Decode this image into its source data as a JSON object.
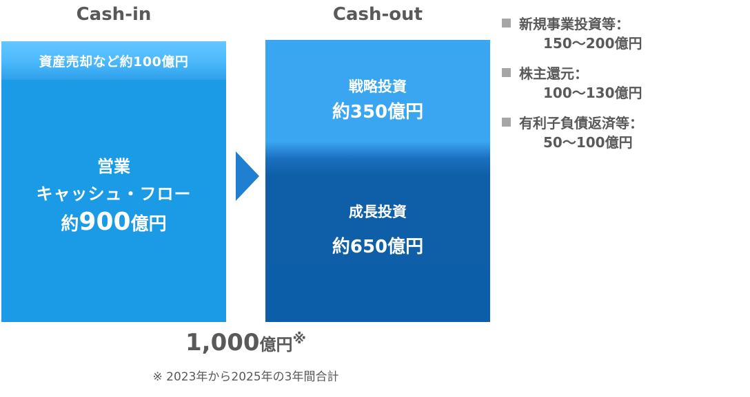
{
  "columns": {
    "cash_in_title": "Cash-in",
    "cash_out_title": "Cash-out"
  },
  "cash_in": {
    "top_label": "資産売却など約100億円",
    "main_line1": "営業",
    "main_line2": "キャッシュ・フロー",
    "main_prefix": "約",
    "main_number": "900",
    "main_unit": "億円"
  },
  "cash_out": {
    "strategic_label": "戦略投資",
    "strategic_value": "約350億円",
    "growth_label": "成長投資",
    "growth_value": "約650億円"
  },
  "legend": [
    {
      "label": "新規事業投資等：",
      "value": "150～200億円"
    },
    {
      "label": "株主還元：",
      "value": "100～130億円"
    },
    {
      "label": "有利子負債返済等：",
      "value": "50～100億円"
    }
  ],
  "total": {
    "number": "1,000",
    "unit": "億円",
    "mark": "※"
  },
  "footnote": "※ 2023年から2025年の3年間合計",
  "colors": {
    "cash_in_top": "#4bb8fb",
    "cash_in_main": "#1b9ae6",
    "cash_out_top": "#3aa6f2",
    "cash_out_bottom": "#0d5ea8",
    "arrow": "#1f7fd0",
    "text_gray": "#595959",
    "bullet_gray": "#a6a6a6"
  }
}
